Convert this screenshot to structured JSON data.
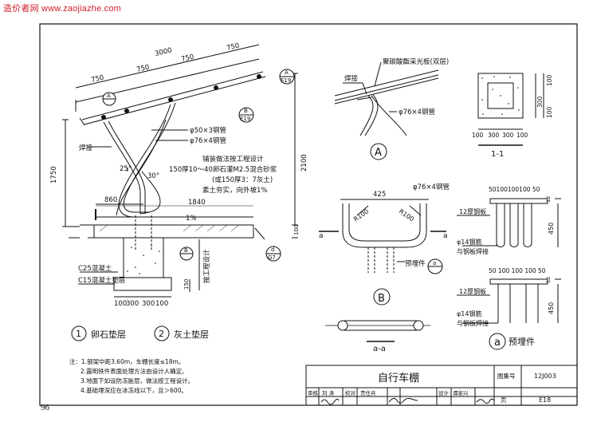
{
  "watermark": "造价者网 www.zaojiazhe.com",
  "page_number": "96",
  "main_drawing": {
    "dims_top": [
      "3000",
      "750",
      "750",
      "750",
      "750"
    ],
    "dim_left": "1750",
    "dim_right": "2100",
    "dim_right_small": "100",
    "angle_25": "25°",
    "angle_30": "30°",
    "dim_860": "860",
    "dim_1840": "1840",
    "slope": "1%",
    "dim_150": "150",
    "bottom_dims": [
      "100",
      "300",
      "300",
      "100"
    ],
    "labels": {
      "weld": "焊接",
      "pipe_50": "φ50×3钢管",
      "pipe_76": "φ76×4钢管",
      "paving_1": "铺装做法按工程设计",
      "paving_2": "150厚10～40卵石灌M2.5混合砂浆",
      "paving_3": "(或150厚3：7灰土)",
      "paving_4": "素土夯实，向外坡1%",
      "c25": "C25混凝土",
      "c15": "C15混凝土垫层",
      "depth": "按工程设计"
    },
    "callouts": {
      "a_top": "A",
      "a_bottom": "E19",
      "b_top": "B",
      "b_bottom": "E19",
      "b2_top": "B",
      "b2_bottom": "—",
      "d_top": "d",
      "d_bottom": "G7",
      "sec_a_top": "A",
      "sec_a_bottom": "—"
    }
  },
  "legend": [
    {
      "num": "1",
      "text": "卵石垫层"
    },
    {
      "num": "2",
      "text": "灰土垫层"
    }
  ],
  "detail_a": {
    "label_panel": "聚碳酸酯采光板(双层)",
    "label_weld": "焊接",
    "label_pipe": "φ76×4钢管",
    "marker": "A"
  },
  "section_11": {
    "dims_right": [
      "100",
      "300",
      "100"
    ],
    "dims_right2": [
      "100",
      "300",
      "100"
    ],
    "dims_bottom": [
      "100",
      "300",
      "300",
      "100"
    ],
    "label": "1-1"
  },
  "detail_b": {
    "dim": "425",
    "label_pipe": "φ76×4钢管",
    "r_left": "R100",
    "r_right": "R100",
    "side_left": "a",
    "side_right": "a",
    "embed": "预埋件",
    "callout": "a",
    "marker": "B"
  },
  "section_aa": {
    "label": "a-a"
  },
  "embedded_part": {
    "dims_top1": "50100100100 50",
    "dims_top2": "50 100 100 100 50",
    "plate1": "12厚钢板",
    "rebar1a": "φ14钢筋",
    "rebar1b": "与钢板焊接",
    "dim_450a": "450",
    "dim_12a": "12",
    "plate2": "12厚钢板",
    "rebar2a": "φ14钢筋",
    "rebar2b": "与钢板焊接",
    "dim_450b": "450",
    "dim_12b": "12",
    "marker": "a",
    "title": "预埋件"
  },
  "notes": [
    "注：1.钢架中距3.60m，车棚长度≤18m。",
    "2.露明铁件表面处理方法由设计人确定。",
    "3.地面下如设防冻胀层，做法按工程设计。",
    "4.基础埋深应在冰冻线以下，且＞600。"
  ],
  "title_block": {
    "title": "自行车棚",
    "atlas_label": "图集号",
    "atlas_no": "12J003",
    "page_label": "页",
    "page_no": "E18",
    "roles": [
      "审核",
      "刘 涣",
      "校对",
      "责任兵",
      "设计",
      "谭家兴",
      "页"
    ],
    "sig_texts": [
      "刘涣",
      "张任兵",
      "谭家兴"
    ]
  }
}
